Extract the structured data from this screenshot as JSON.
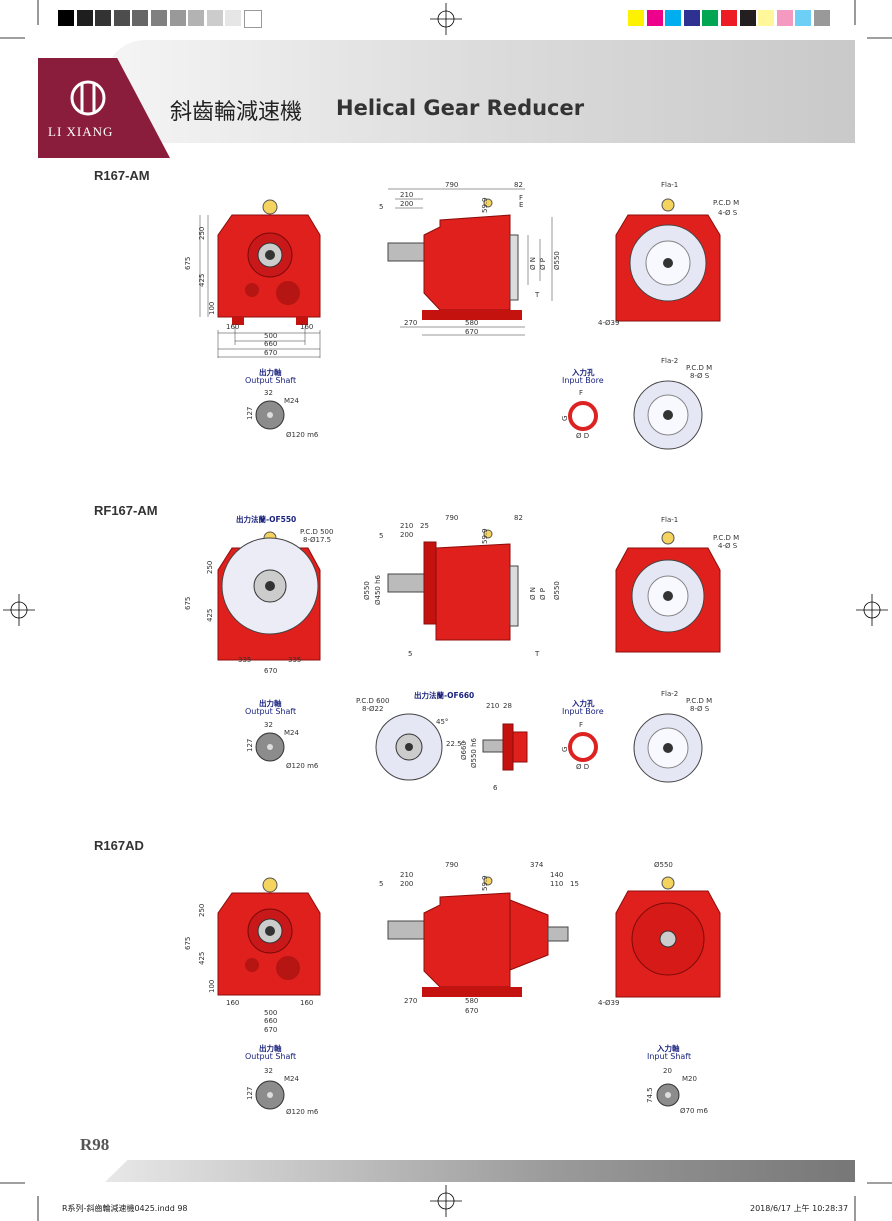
{
  "header": {
    "title_zh": "斜齒輪減速機",
    "title_en": "Helical Gear Reducer",
    "logo_text": "LI XIANG"
  },
  "colors": {
    "brand": "#8a1c3c",
    "gear_red": "#e0201c",
    "label_blue": "#1a237e"
  },
  "registration_gray": [
    "#000000",
    "#1e1e1e",
    "#333333",
    "#4d4d4d",
    "#666666",
    "#808080",
    "#999999",
    "#b3b3b3",
    "#cccccc",
    "#e6e6e6",
    "#ffffff"
  ],
  "registration_color": [
    "#fff200",
    "#ec008c",
    "#00aeef",
    "#2e3192",
    "#00a651",
    "#ed1c24",
    "#231f20",
    "#fff799",
    "#f49ac1",
    "#6dcff6",
    "#999999"
  ],
  "sections": [
    {
      "model": "R167-AM"
    },
    {
      "model": "RF167-AM"
    },
    {
      "model": "R167AD"
    }
  ],
  "labels": {
    "output_shaft_zh": "出力軸",
    "output_shaft_en": "Output Shaft",
    "input_bore_zh": "入力孔",
    "input_bore_en": "Input Bore",
    "input_shaft_zh": "入力軸",
    "input_shaft_en": "Input Shaft",
    "fla1": "Fla-1",
    "fla2": "Fla-2",
    "pcd_m": "P.C.D M",
    "s4": "4-Ø S",
    "s8": "8-Ø S",
    "flange_of550": "出力法蘭-OF550",
    "flange_of660": "出力法蘭-OF660",
    "pcd500": "P.C.D 500",
    "s17": "8-Ø17.5",
    "pcd600": "P.C.D 600",
    "s22": "8-Ø22",
    "m24": "M24",
    "m20": "M20",
    "d120": "Ø120 m6",
    "d70": "Ø70 m6",
    "hole39": "4-Ø39"
  },
  "dims": {
    "d790": "790",
    "d210": "210",
    "d200": "200",
    "d5": "5",
    "d82": "82",
    "d59": "59.9",
    "d270": "270",
    "d580": "580",
    "d670": "670",
    "d675": "675",
    "d250": "250",
    "d425": "425",
    "d100": "100",
    "d160": "160",
    "d500": "500",
    "d660": "660",
    "d32": "32",
    "d127": "127",
    "d335": "335",
    "d25": "25",
    "d374": "374",
    "d140": "140",
    "d110": "110",
    "d15": "15",
    "d550": "Ø550",
    "d20": "20",
    "d74": "74.5",
    "dN": "Ø N",
    "dP": "Ø P",
    "dD": "Ø D",
    "G": "G",
    "F": "F",
    "E": "E",
    "T": "T",
    "d550b": "Ø550",
    "d450": "Ø450 h6",
    "d660b": "Ø660",
    "d550h6": "Ø550 h6",
    "d28": "28",
    "d6": "6",
    "a45": "45°",
    "a225": "22.5°"
  },
  "page": {
    "number": "R98"
  },
  "footer": {
    "file": "R系列-斜齒輪減速機0425.indd 98",
    "date": "2018/6/17 上午 10:28:37"
  }
}
